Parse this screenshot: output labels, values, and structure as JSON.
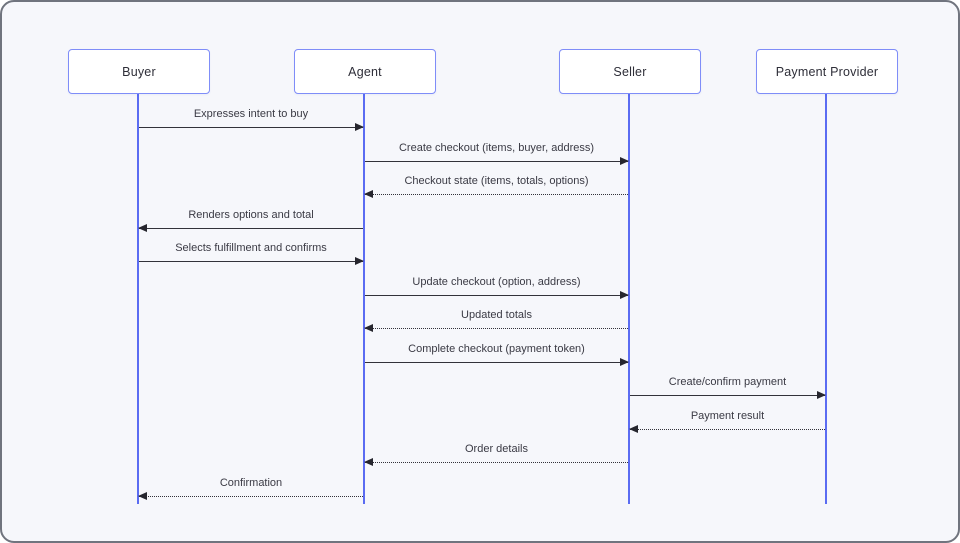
{
  "diagram": {
    "type": "sequence",
    "participants": [
      {
        "name": "Buyer"
      },
      {
        "name": "Agent"
      },
      {
        "name": "Seller"
      },
      {
        "name": "Payment Provider"
      }
    ],
    "messages": [
      {
        "from": "Buyer",
        "to": "Agent",
        "label": "Expresses intent to buy",
        "line": "solid"
      },
      {
        "from": "Agent",
        "to": "Seller",
        "label": "Create checkout (items, buyer, address)",
        "line": "solid"
      },
      {
        "from": "Seller",
        "to": "Agent",
        "label": "Checkout state (items, totals, options)",
        "line": "dashed"
      },
      {
        "from": "Agent",
        "to": "Buyer",
        "label": "Renders options and total",
        "line": "solid"
      },
      {
        "from": "Buyer",
        "to": "Agent",
        "label": "Selects fulfillment and confirms",
        "line": "solid"
      },
      {
        "from": "Agent",
        "to": "Seller",
        "label": "Update checkout (option, address)",
        "line": "solid"
      },
      {
        "from": "Seller",
        "to": "Agent",
        "label": "Updated totals",
        "line": "dashed"
      },
      {
        "from": "Agent",
        "to": "Seller",
        "label": "Complete checkout (payment token)",
        "line": "solid"
      },
      {
        "from": "Seller",
        "to": "Payment Provider",
        "label": "Create/confirm payment",
        "line": "solid"
      },
      {
        "from": "Payment Provider",
        "to": "Seller",
        "label": "Payment result",
        "line": "dashed"
      },
      {
        "from": "Seller",
        "to": "Agent",
        "label": "Order details",
        "line": "dashed"
      },
      {
        "from": "Agent",
        "to": "Buyer",
        "label": "Confirmation",
        "line": "dashed"
      }
    ]
  },
  "colors": {
    "background": "#f6f7fb",
    "box_border": "#7f8df8",
    "box_fill": "#ffffff",
    "lifeline": "#5b6cf2",
    "arrow": "#32323a",
    "text": "#3a3a44"
  }
}
